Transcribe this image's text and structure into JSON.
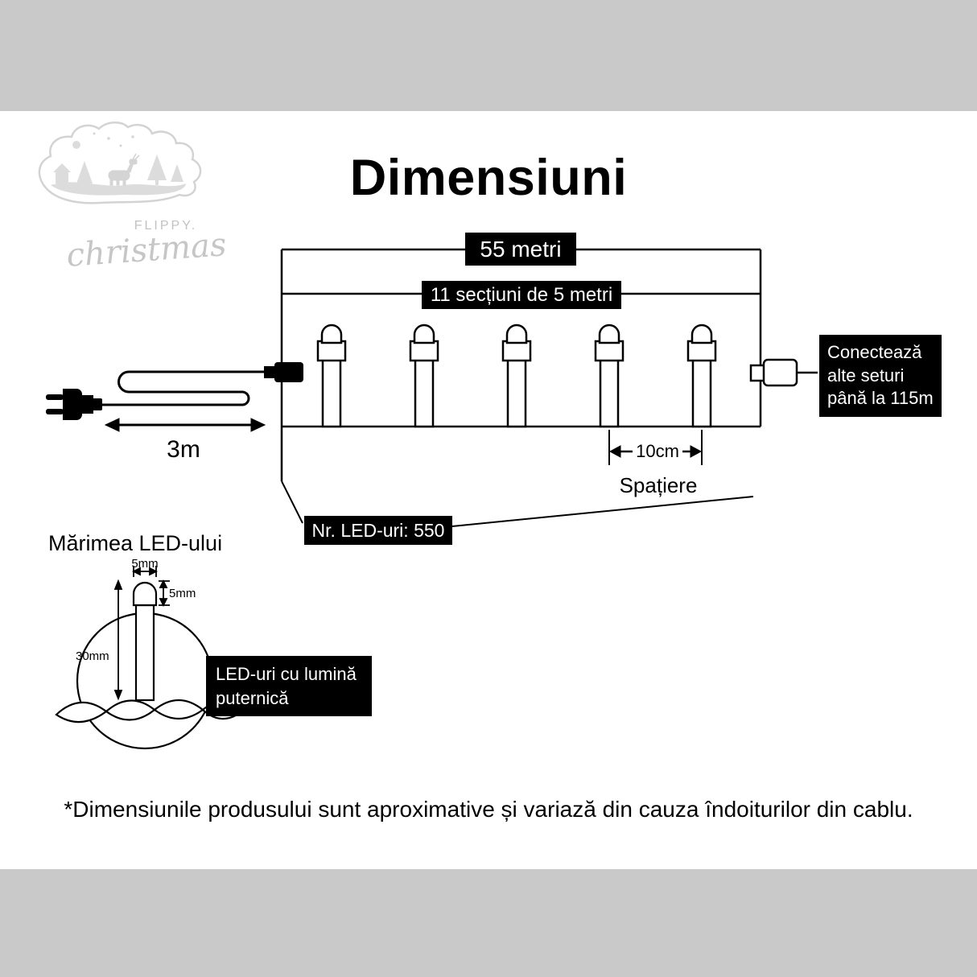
{
  "page": {
    "title": "Dimensiuni",
    "footnote": "*Dimensiunile produsului sunt aproximative și variază din cauza îndoiturilor din cablu."
  },
  "logo": {
    "name_top": "FLIPPY.",
    "name_script": "christmas"
  },
  "string_diagram": {
    "total_length": "55 metri",
    "sections": "11 secțiuni de 5 metri",
    "lead_length": "3m",
    "spacing_value": "10cm",
    "spacing_label": "Spațiere",
    "led_count": "Nr. LED-uri: 550",
    "extend_note": "Conectează alte seturi până la 115m"
  },
  "led_detail": {
    "heading": "Mărimea LED-ului",
    "bulb_width": "5mm",
    "bulb_height": "5mm",
    "led_length": "30mm",
    "callout": "LED-uri cu lumină puternică"
  },
  "colors": {
    "background": "#c9c9c9",
    "panel": "#ffffff",
    "ink": "#000000",
    "label_bg": "#000000",
    "label_text": "#ffffff",
    "logo_gray": "#d6d6d6"
  }
}
